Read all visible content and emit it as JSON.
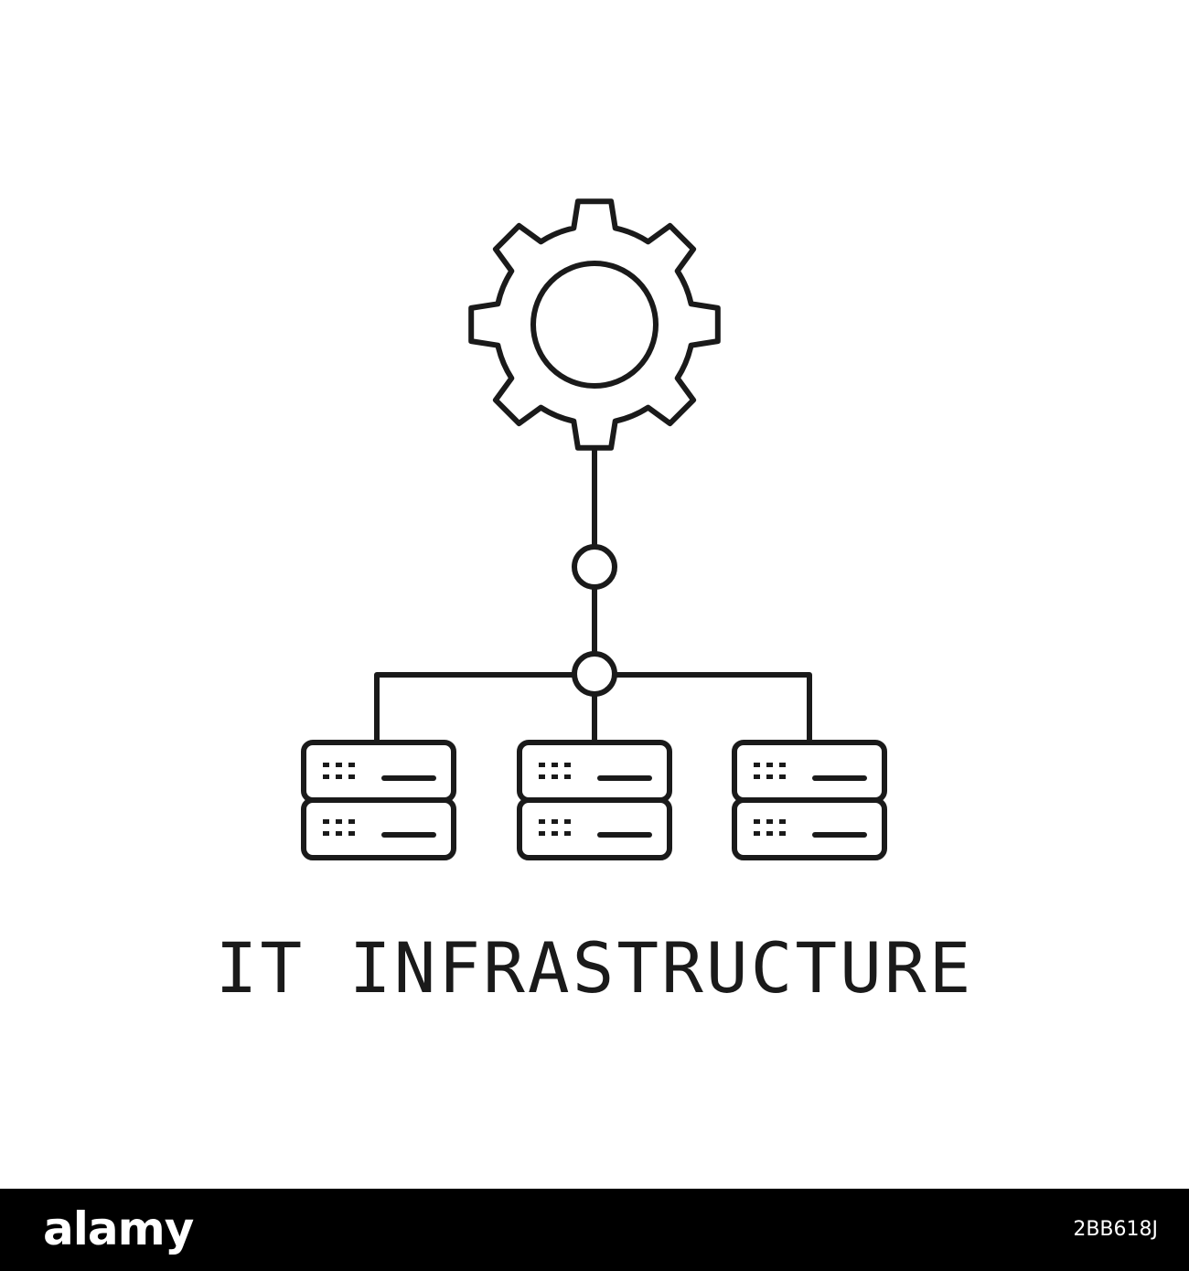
{
  "caption": "IT INFRASTRUCTURE",
  "footer": {
    "logo": "alamy",
    "image_id": "2BB618J"
  },
  "icons": {
    "top": "gear-icon",
    "nodes": [
      "connector-node-icon",
      "junction-node-icon"
    ],
    "servers": [
      "server-rack-icon",
      "server-rack-icon",
      "server-rack-icon"
    ]
  },
  "colors": {
    "line": "#1a1a1a",
    "background": "#ffffff",
    "footer_background": "#000000",
    "footer_text": "#ffffff"
  }
}
